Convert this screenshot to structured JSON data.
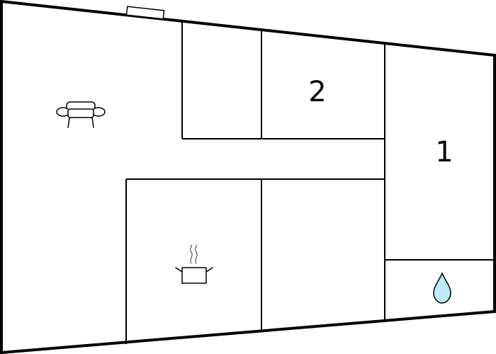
{
  "floorplan": {
    "rooms": [
      {
        "id": "bedroom-1",
        "label": "1"
      },
      {
        "id": "bedroom-2",
        "label": "2"
      }
    ],
    "icons": [
      {
        "name": "sofa-icon",
        "meaning": "living room"
      },
      {
        "name": "cooking-pot-icon",
        "meaning": "kitchen"
      },
      {
        "name": "water-drop-icon",
        "meaning": "bathroom"
      }
    ],
    "colors": {
      "wall": "#000000",
      "background": "#ffffff",
      "water": "#bfeaf7"
    }
  }
}
